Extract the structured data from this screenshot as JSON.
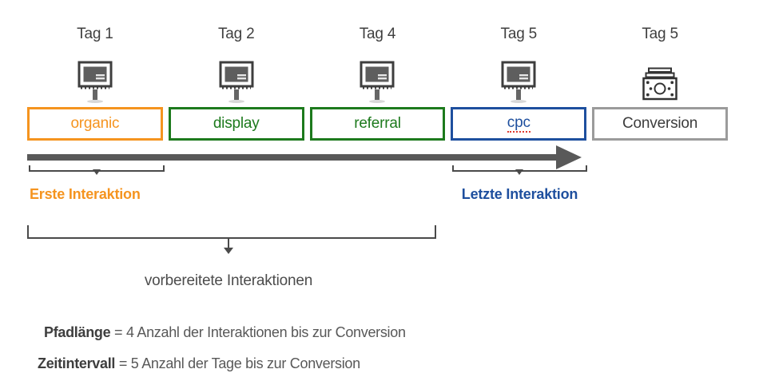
{
  "palette": {
    "orange": "#f5941f",
    "green": "#1d7a1d",
    "blue": "#1e4f9e",
    "gray": "#9b9b9b",
    "arrow": "#595959",
    "line": "#4a4a4a",
    "red-underline": "#e03a2f"
  },
  "timeline": {
    "columns": [
      {
        "day": "Tag 1",
        "label": "organic",
        "icon": "billboard-icon",
        "accent": "#f5941f"
      },
      {
        "day": "Tag 2",
        "label": "display",
        "icon": "billboard-icon",
        "accent": "#1d7a1d"
      },
      {
        "day": "Tag 4",
        "label": "referral",
        "icon": "billboard-icon",
        "accent": "#1d7a1d"
      },
      {
        "day": "Tag 5",
        "label": "cpc",
        "icon": "billboard-icon",
        "accent": "#1e4f9e"
      },
      {
        "day": "Tag 5",
        "label": "Conversion",
        "icon": "money-icon",
        "accent": "#9b9b9b"
      }
    ]
  },
  "annotations": {
    "first_interaction": "Erste Interaktion",
    "last_interaction": "Letzte Interaktion",
    "assisted_interactions": "vorbereitete Interaktionen"
  },
  "legend": {
    "path_length": {
      "term": "Pfadlänge",
      "separator": "=",
      "value": "4",
      "description": "Anzahl der Interaktionen bis zur Conversion"
    },
    "time_interval": {
      "term": "Zeitintervall",
      "separator": "=",
      "value": "5",
      "description": "Anzahl der Tage bis zur Conversion"
    }
  }
}
